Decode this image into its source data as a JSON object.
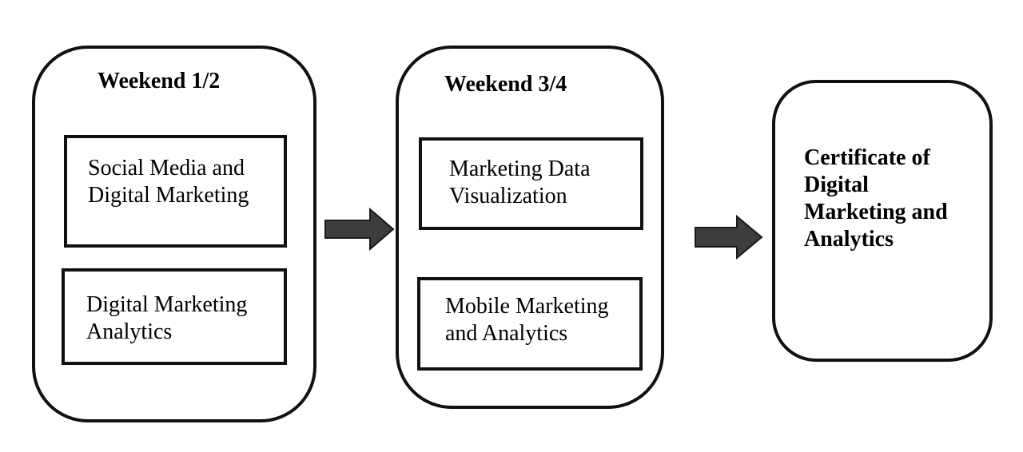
{
  "stages": [
    {
      "title": "Weekend 1/2",
      "modules": [
        "Social Media and\nDigital Marketing",
        "Digital Marketing\nAnalytics"
      ]
    },
    {
      "title": "Weekend 3/4",
      "modules": [
        "Marketing Data\nVisualization",
        "Mobile Marketing\nand Analytics"
      ]
    }
  ],
  "result": {
    "label": "Certificate of\nDigital\nMarketing and\nAnalytics"
  },
  "colors": {
    "stroke": "#111111",
    "arrow_fill": "#3d3d3d"
  }
}
